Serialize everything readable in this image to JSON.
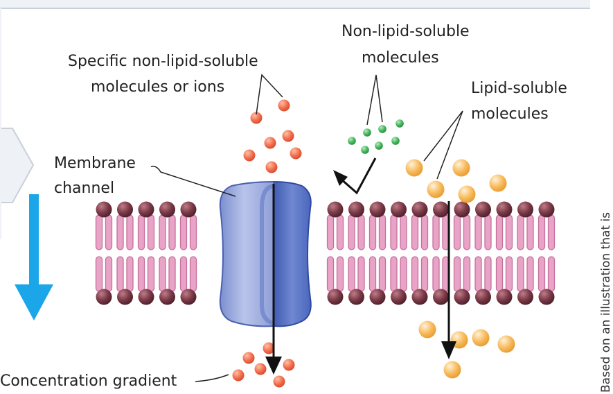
{
  "labels": {
    "specific_line1": "Specific non-lipid-soluble",
    "specific_line2": "molecules or ions",
    "nonlipid_line1": "Non-lipid-soluble",
    "nonlipid_line2": "molecules",
    "lipid_line1": "Lipid-soluble",
    "lipid_line2": "molecules",
    "membrane_line1": "Membrane",
    "membrane_line2": "channel",
    "concentration": "Concentration gradient"
  },
  "credit": "Based on an illustration that is",
  "colors": {
    "background": "#ffffff",
    "panel": "#eef1f5",
    "panel_border": "#c9d0d8",
    "lipid_head": "#7a3a47",
    "lipid_tail": "#e9a3c6",
    "lipid_tail_outline": "#c4709c",
    "channel_light": "#aab6e0",
    "channel_dark": "#5f78c4",
    "ion": "#f26b4b",
    "non_lipid_molecule": "#43b45a",
    "lipid_molecule": "#f7b858",
    "gradient_arrow": "#1aa6e8",
    "arrow": "#111111"
  },
  "icons": [
    "concentration-gradient-arrow-icon",
    "lipid-bilayer",
    "membrane-channel-protein"
  ]
}
